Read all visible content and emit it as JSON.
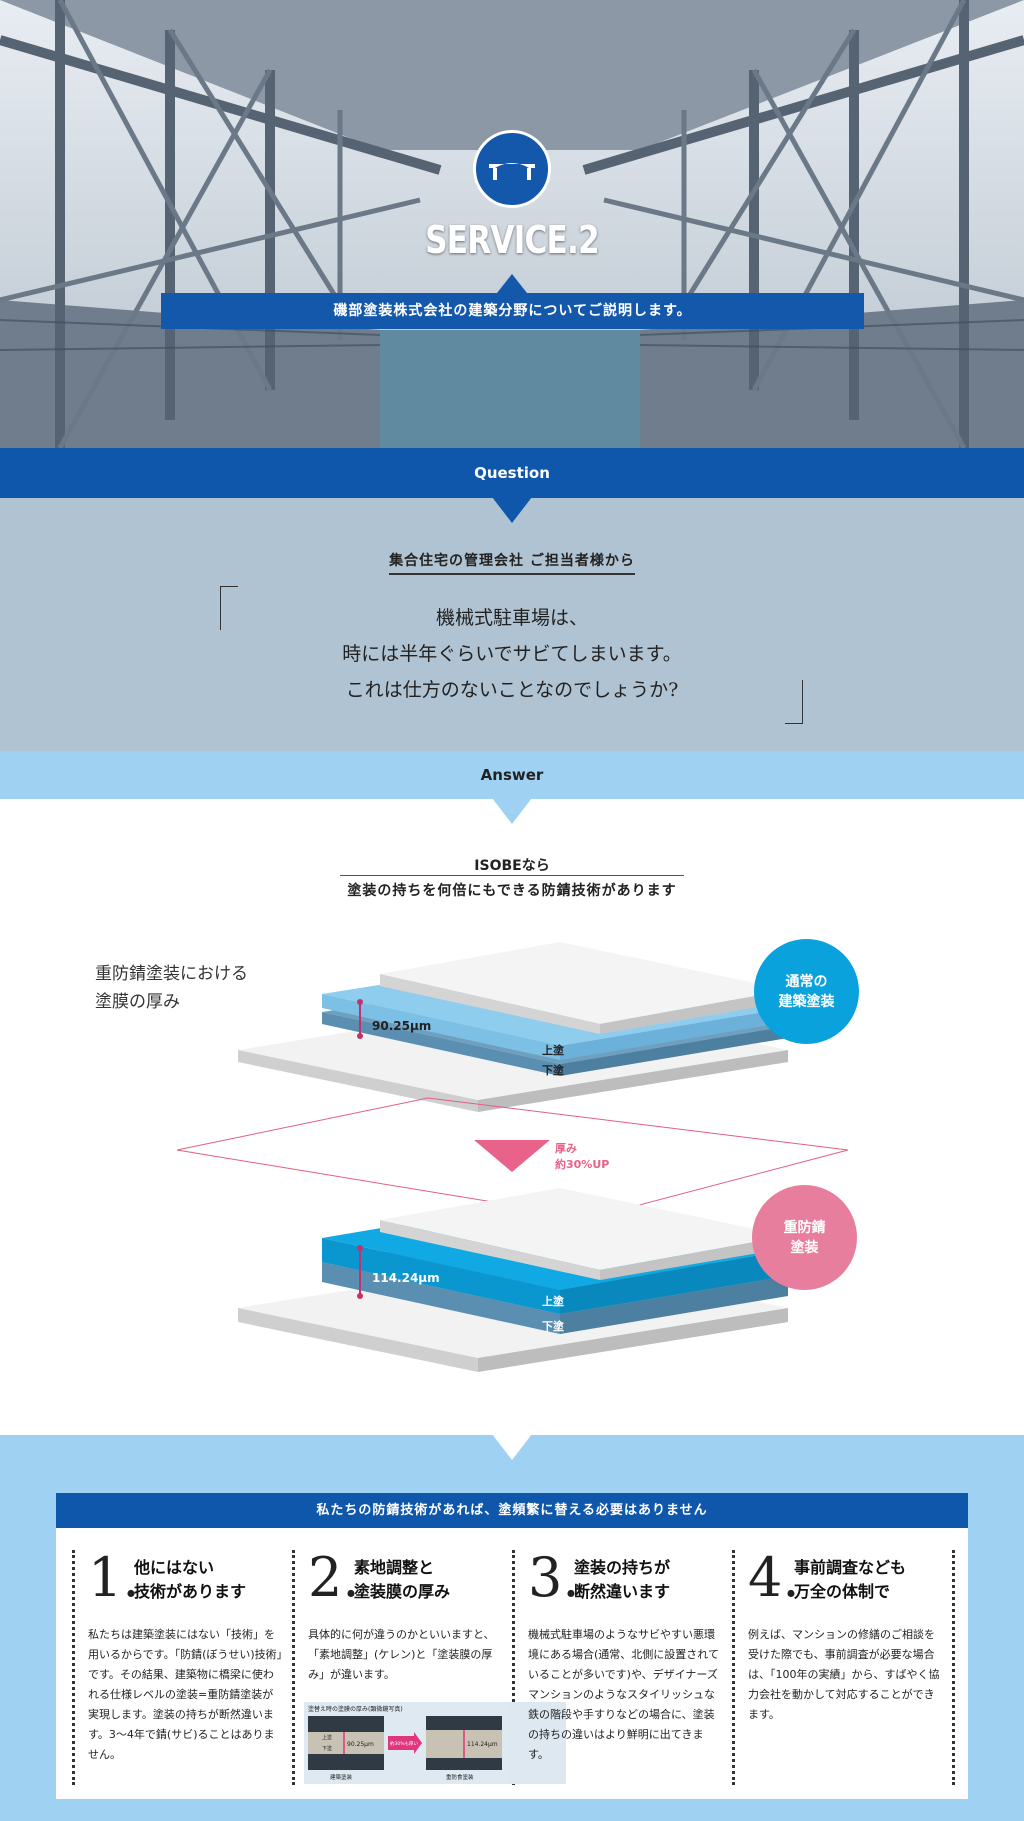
{
  "hero": {
    "title": "SERVICE.2",
    "band_text": "磯部塗装株式会社の建築分野についてご説明します。",
    "emblem_icon": "bridge-icon"
  },
  "question": {
    "header": "Question",
    "subtitle": "集合住宅の管理会社 ご担当者様から",
    "lines": [
      "機械式駐車場は、",
      "時には半年ぐらいでサビてしまいます。",
      "これは仕方のないことなのでしょうか?"
    ]
  },
  "answer": {
    "header": "Answer",
    "title1": "ISOBEなら",
    "title2": "塗装の持ちを何倍にもできる防錆技術があります",
    "diagram": {
      "caption_line1": "重防錆塗装における",
      "caption_line2": "塗膜の厚み",
      "normal_label_line1": "通常の",
      "normal_label_line2": "建築塗装",
      "normal_thickness": "90.25μm",
      "heavy_label_line1": "重防錆",
      "heavy_label_line2": "塗装",
      "heavy_thickness": "114.24μm",
      "top_coat": "上塗",
      "under_coat": "下塗",
      "arrow_label1": "厚み",
      "arrow_label2": "約30%UP"
    }
  },
  "bottom": {
    "header": "私たちの防錆技術があれば、塗頻繁に替える必要はありません",
    "columns": [
      {
        "num": "1.",
        "title1": "他にはない",
        "title2": "技術があります",
        "text": "私たちは建築塗装にはない「技術」を用いるからです。「防錆(ぼうせい)技術」です。その結果、建築物に橋梁に使われる仕様レベルの塗装=重防錆塗装が実現します。塗装の持ちが断然違います。3〜4年で錆(サビ)ることはありません。"
      },
      {
        "num": "2.",
        "title1": "素地調整と",
        "title2": "塗装膜の厚み",
        "text": "具体的に何が違うのかといいますと、「素地調整」(ケレン)と「塗装膜の厚み」が違います。"
      },
      {
        "num": "3.",
        "title1": "塗装の持ちが",
        "title2": "断然違います",
        "text": "機械式駐車場のようなサビやすい悪環境にある場合(通常、北側に設置されていることが多いです)や、デザイナーズマンションのようなスタイリッシュな鉄の階段や手すりなどの場合に、塗装の持ちの違いはより鮮明に出てきます。"
      },
      {
        "num": "4.",
        "title1": "事前調査なども",
        "title2": "万全の体制で",
        "text": "例えば、マンションの修繕のご相談を受けた際でも、事前調査が必要な場合は、「100年の実績」から、すばやく協力会社を動かして対応することができます。"
      }
    ],
    "thumb": {
      "caption": "塗替え時の塗膜の厚み(顕微鏡写真)",
      "left_value": "90.25μm",
      "right_value": "114.24μm",
      "arrow": "約30%も厚い",
      "left_label": "建築塗装",
      "right_label": "重防食塗装",
      "top": "上塗",
      "under": "下塗"
    }
  }
}
